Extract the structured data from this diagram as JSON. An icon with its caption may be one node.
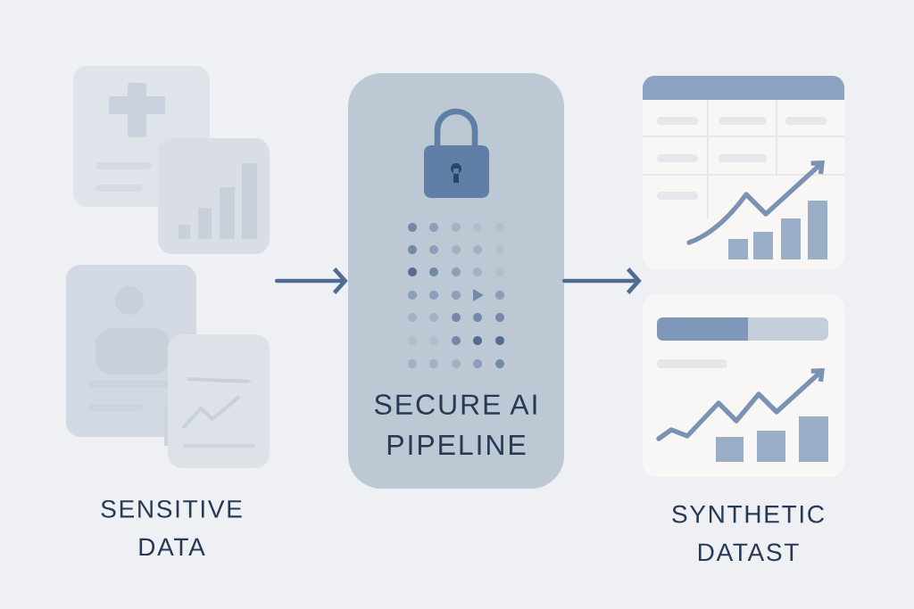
{
  "diagram": {
    "nodes": [
      {
        "text": [],
        "shape": "picture",
        "beside": [
          "SENSITIVE DATA"
        ]
      },
      {
        "text": [
          "SECURE AI PIPELINE"
        ]
      },
      {
        "text": [],
        "shape": "picture",
        "beside": [
          "SYNTHETIC DATAST"
        ]
      }
    ],
    "edges": [
      {
        "from": 0,
        "to": 1,
        "arrow": "to"
      },
      {
        "from": 1,
        "to": 2,
        "arrow": "to"
      }
    ]
  }
}
